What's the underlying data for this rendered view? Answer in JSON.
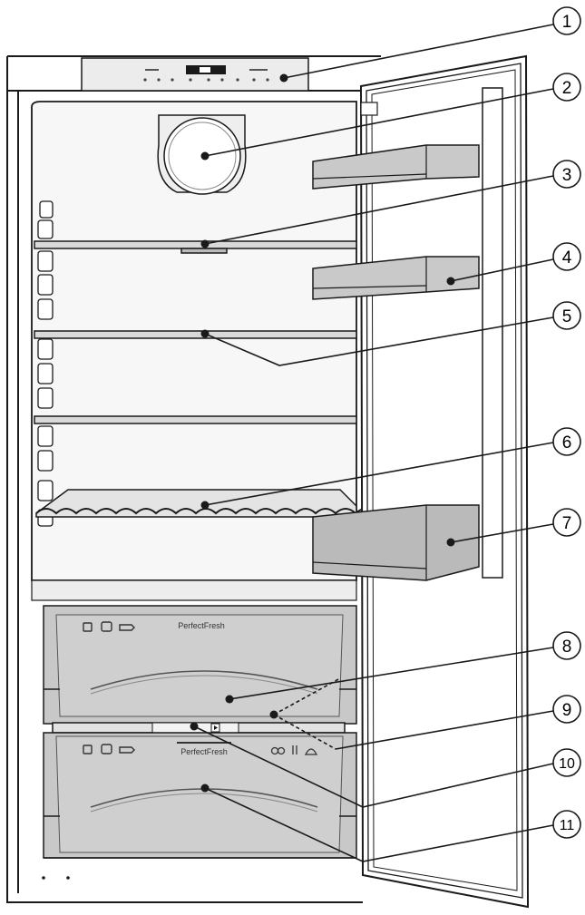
{
  "callouts": [
    "1",
    "2",
    "3",
    "4",
    "5",
    "6",
    "7",
    "8",
    "9",
    "10",
    "11"
  ],
  "drawer_label_upper": "PerfectFresh",
  "drawer_label_lower": "PerfectFresh",
  "colors": {
    "line": "#1a1a1a",
    "panel_grey": "#d6d6d6",
    "panel_dark": "#bdbdbd",
    "drawer_grey": "#c4c4c4",
    "bin_grey": "#b5b5b5",
    "interior": "#f7f7f7"
  }
}
